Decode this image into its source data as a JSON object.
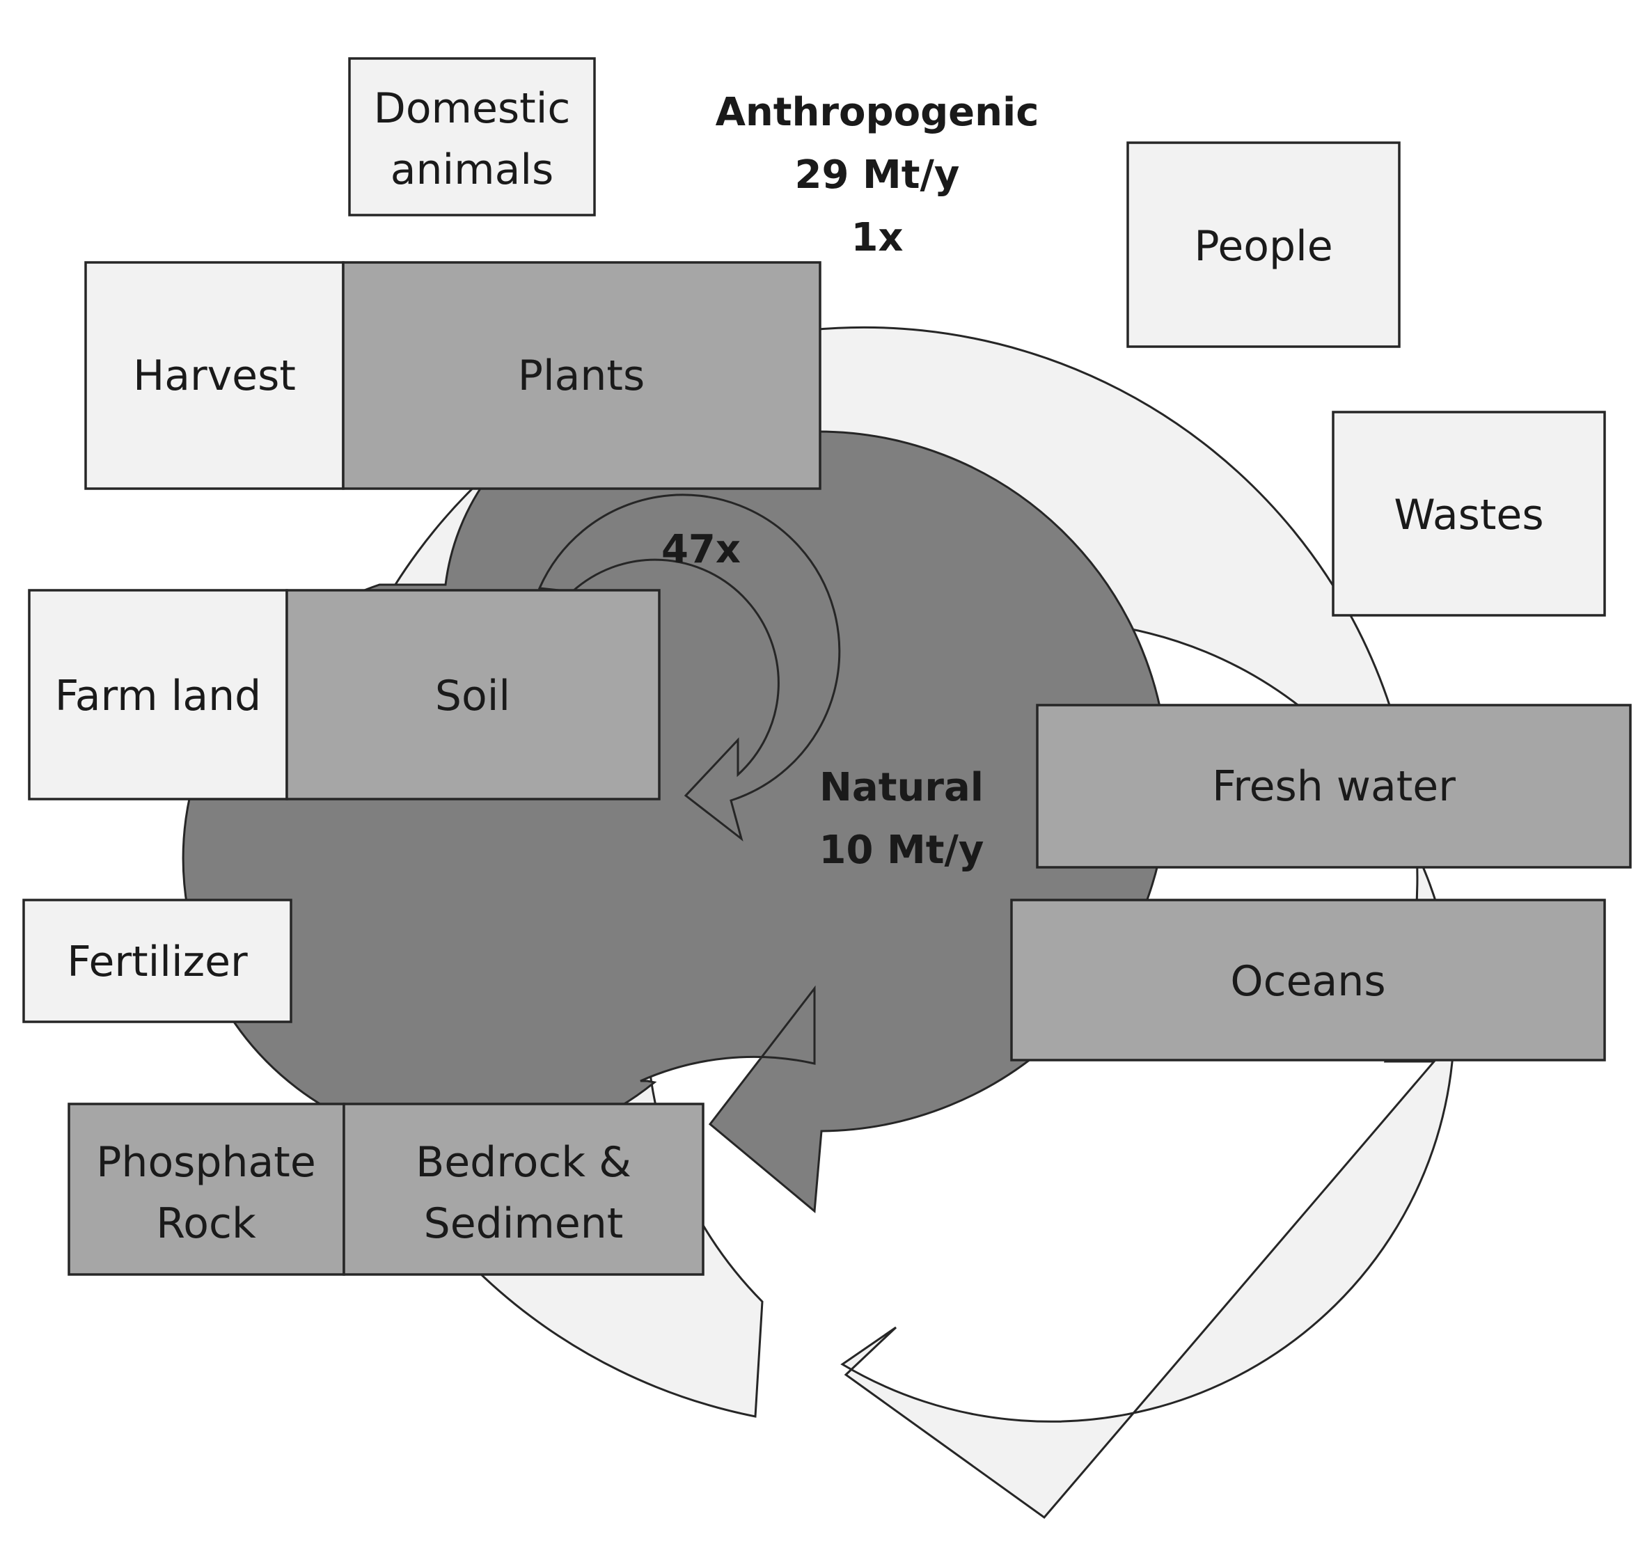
{
  "anthropogenic": {
    "title": "Anthropogenic",
    "amount": "29 Mt/y",
    "multiplier": "1x"
  },
  "natural": {
    "title": "Natural",
    "amount": "10 Mt/y",
    "multiplier": "47x"
  },
  "nodes": {
    "domestic_animals": [
      "Domestic",
      "animals"
    ],
    "people": "People",
    "wastes": "Wastes",
    "harvest": "Harvest",
    "plants": "Plants",
    "farm_land": "Farm land",
    "soil": "Soil",
    "fresh_water": "Fresh water",
    "oceans": "Oceans",
    "fertilizer": "Fertilizer",
    "phosphate_rock": [
      "Phosphate",
      "Rock"
    ],
    "bedrock_sediment": [
      "Bedrock &",
      "Sediment"
    ]
  },
  "colors": {
    "anthropogenic_fill": "#f2f2f2",
    "natural_fill": "#7f7f7f",
    "natural_box_fill": "#a6a6a6"
  }
}
